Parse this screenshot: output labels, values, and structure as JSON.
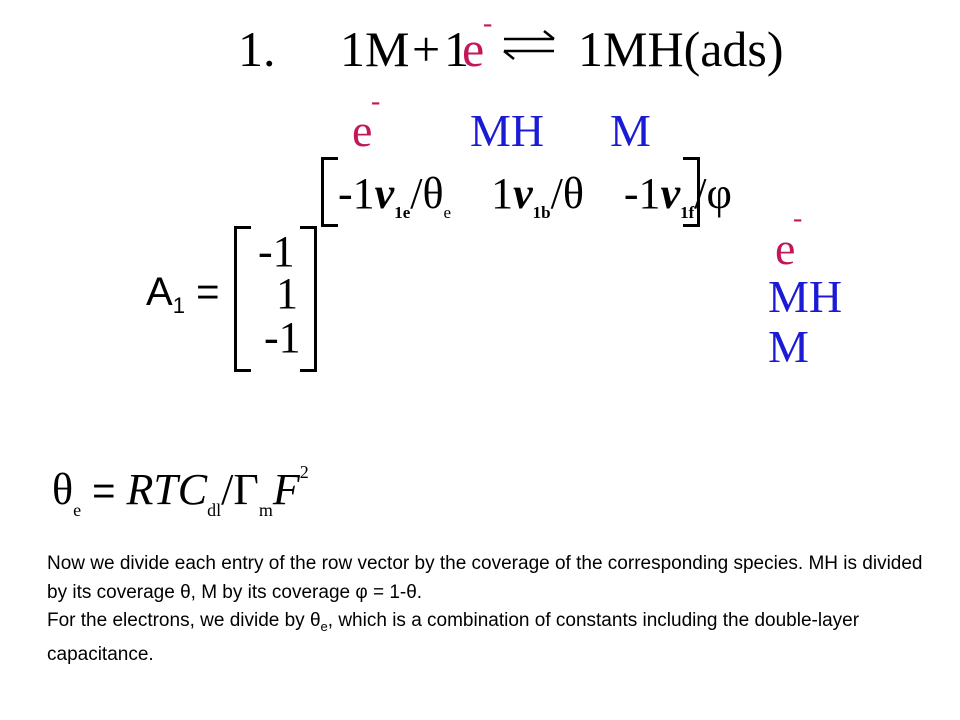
{
  "reaction": {
    "number": "1.",
    "reactant_m": "1M",
    "plus": "+",
    "coef_e": "1",
    "e": "e",
    "e_charge": "-",
    "product": "1MH(ads)"
  },
  "columns": {
    "e": "e",
    "e_charge": "-",
    "mh": "MH",
    "m": "M"
  },
  "row_vector": {
    "entry1_coef": "-1",
    "entry1_v": "v",
    "entry1_sub": "1e",
    "entry1_div": "/θ",
    "entry1_div_sub": "e",
    "entry2_coef": "1",
    "entry2_v": "v",
    "entry2_sub": "1b",
    "entry2_div": "/θ",
    "entry3_coef": "-1",
    "entry3_v": "v",
    "entry3_sub": "1f",
    "entry3_div": "/φ"
  },
  "matrix_label": {
    "a": "A",
    "sub": "1",
    "eq": "="
  },
  "column_vector": [
    "-1",
    "1",
    "-1"
  ],
  "row_labels": {
    "e": "e",
    "e_charge": "-",
    "mh": "MH",
    "m": "M"
  },
  "theta_formula": {
    "theta": "θ",
    "theta_sub": "e",
    "eq": "=",
    "rtc": "RTC",
    "dl": "dl",
    "slash_gamma": "/Γ",
    "m_sub": "m",
    "f": "F",
    "sq": "2"
  },
  "paragraph": {
    "line1": "Now we divide each entry of the row vector by the coverage of the corresponding species. MH is divided by its coverage θ, M by its coverage φ = 1-θ.",
    "line2": "For the electrons, we divide by θe, which is a combination of constants including the double-layer capacitance.",
    "line2_pre": "For the electrons, we divide by ",
    "line2_theta": "θ",
    "line2_sub": "e",
    "line2_post": ", which is a combination of constants including the double-layer capacitance."
  }
}
